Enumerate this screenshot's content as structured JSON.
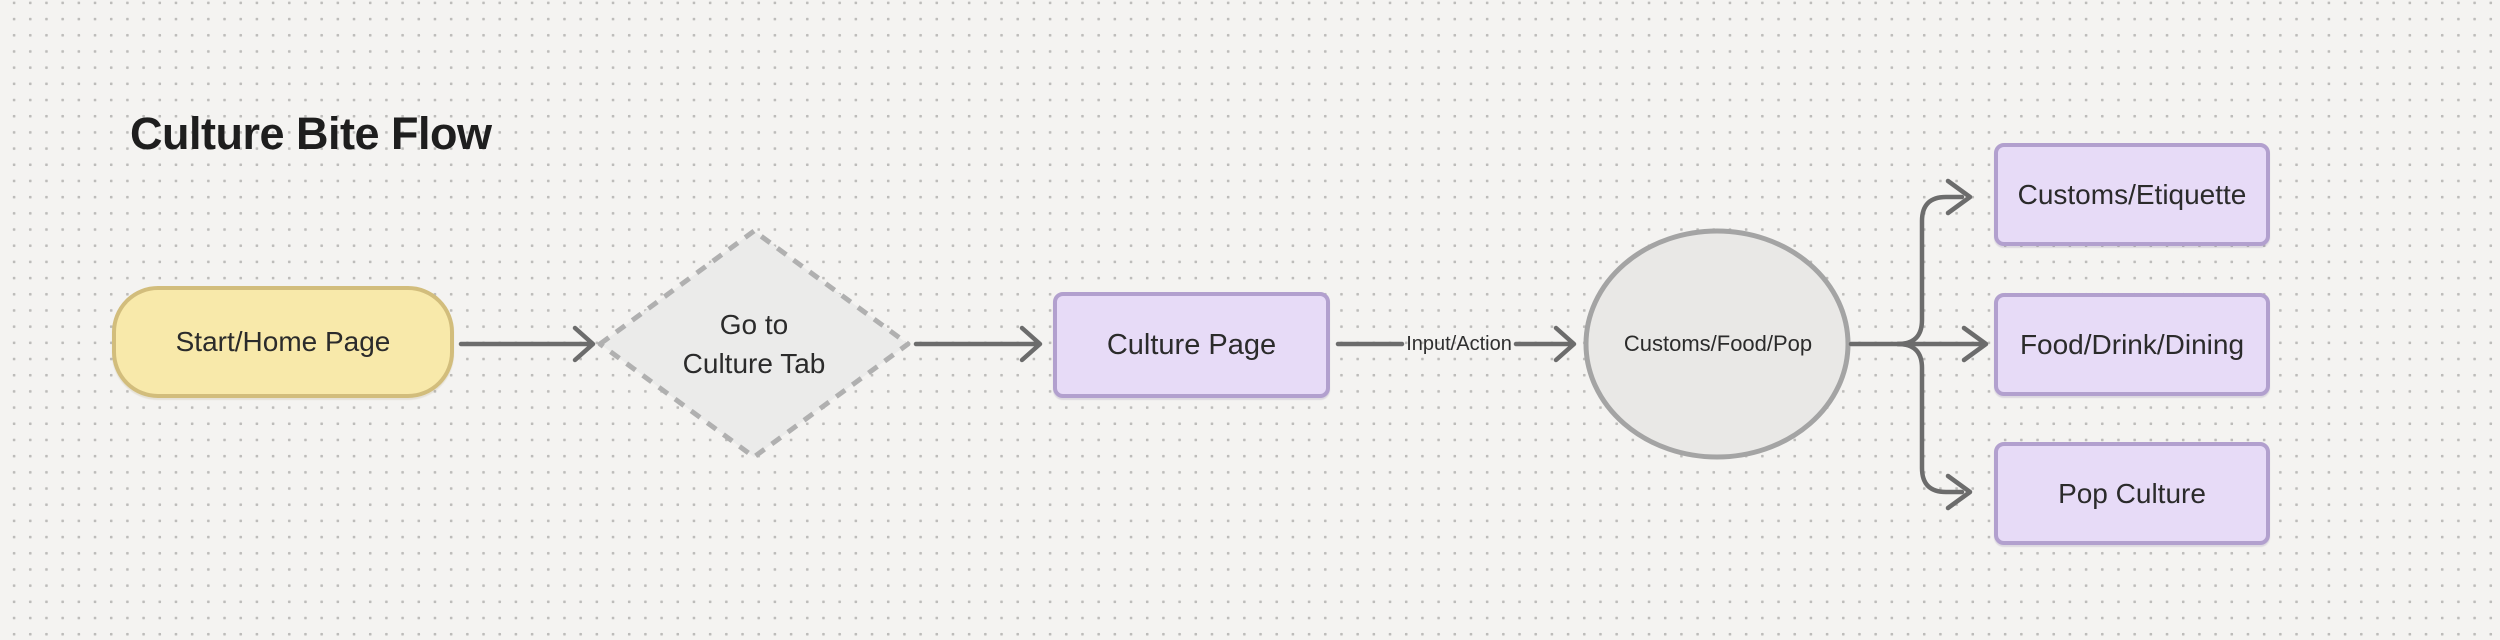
{
  "canvas": {
    "title": "Culture Bite Flow",
    "background_color": "#f4f3f1",
    "dot_color": "#bdbcba"
  },
  "nodes": {
    "start": {
      "label": "Start/Home Page",
      "shape": "stadium",
      "fill": "#f8e9aa",
      "border": "#d2bd7c"
    },
    "decision": {
      "label": "Go to\nCulture Tab",
      "shape": "diamond",
      "fill": "#ebebea",
      "border": "#b0b0b0",
      "border_style": "dashed"
    },
    "culture_page": {
      "label": "Culture Page",
      "shape": "rectangle",
      "fill": "#e7dbf7",
      "border": "#b2a0ce"
    },
    "category": {
      "label": "Customs/Food/Pop",
      "shape": "ellipse",
      "fill": "#e9e8e6",
      "border": "#a4a4a4"
    },
    "outputs": [
      {
        "label": "Customs/Etiquette",
        "shape": "rectangle",
        "fill": "#e7dbf7",
        "border": "#b2a0ce"
      },
      {
        "label": "Food/Drink/Dining",
        "shape": "rectangle",
        "fill": "#e7dbf7",
        "border": "#b2a0ce"
      },
      {
        "label": "Pop Culture",
        "shape": "rectangle",
        "fill": "#e7dbf7",
        "border": "#b2a0ce"
      }
    ]
  },
  "edges": [
    {
      "from": "start",
      "to": "decision",
      "label": ""
    },
    {
      "from": "decision",
      "to": "culture_page",
      "label": ""
    },
    {
      "from": "culture_page",
      "to": "category",
      "label": "Input/Action"
    },
    {
      "from": "category",
      "to": "customs_etiquette",
      "label": ""
    },
    {
      "from": "category",
      "to": "food_drink_dining",
      "label": ""
    },
    {
      "from": "category",
      "to": "pop_culture",
      "label": ""
    }
  ],
  "style": {
    "arrow_color": "#6c6c6c",
    "text_color": "#2b2b2b",
    "title_color": "#1e1e1e"
  }
}
